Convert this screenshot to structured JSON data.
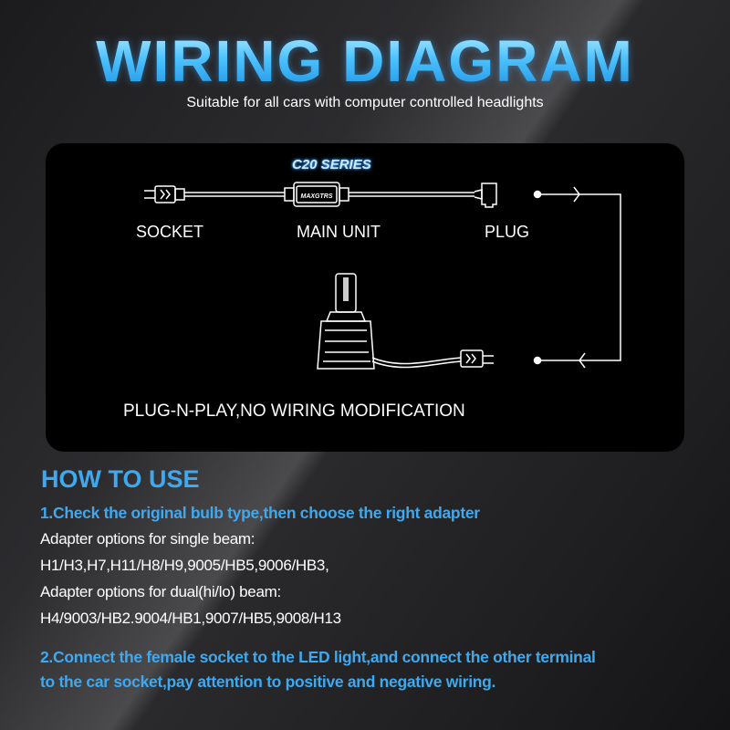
{
  "header": {
    "title": "WIRING DIAGRAM",
    "subtitle": "Suitable for all cars with computer controlled headlights"
  },
  "diagram": {
    "series": "C20 SERIES",
    "brand": "MAXGTRS",
    "labels": {
      "socket": "SOCKET",
      "main_unit": "MAIN UNIT",
      "plug": "PLUG"
    },
    "caption": "PLUG-N-PLAY,NO WIRING MODIFICATION"
  },
  "how_to_use": {
    "heading": "HOW TO USE",
    "step1": "1.Check the original bulb type,then choose the right adapter",
    "single_label": "Adapter options for single beam:",
    "single_options": "H1/H3,H7,H11/H8/H9,9005/HB5,9006/HB3,",
    "dual_label": "Adapter options for dual(hi/lo) beam:",
    "dual_options": "H4/9003/HB2.9004/HB1,9007/HB5,9008/H13",
    "step2_line1": "2.Connect the female socket to the LED light,and connect the other terminal",
    "step2_line2": "to the car socket,pay attention to positive and negative wiring."
  }
}
